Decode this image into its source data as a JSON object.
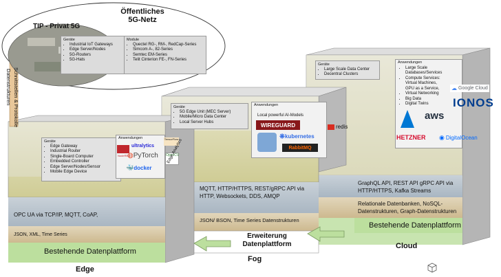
{
  "cloud_bubble": {
    "title_line1": "Öffentliches",
    "title_line2": "5G-Netz",
    "tip_title": "TIP - Privat 5G",
    "geraete_heading": "Geräte",
    "geraete": [
      "Industrial IoT Gateways",
      "Edge Server/Nodes",
      "5G-Routers",
      "5G-Hats"
    ],
    "module_heading": "Module",
    "module": [
      "Quectel RG-, RM-, RedCap-Series",
      "Simcom A-, 82-Series",
      "Semtec EM-Series",
      "Telit Cinterion FE-, FN-Series"
    ]
  },
  "vertical_labels": {
    "schnittstellen": "Schnittstellen & Protokolle",
    "datenstrukturen": "Datenstrukturen"
  },
  "edge": {
    "label": "Edge",
    "geraete_heading": "Geräte",
    "geraete": [
      "Edge Gateway",
      "Industrial Router",
      "Single-Board Computer",
      "Embedded Controller",
      "Edge Server/Nodes/Sensor",
      "Mobile Edge Device"
    ],
    "anwendungen_heading": "Anwendungen",
    "protocols": "OPC UA via TCP/IP, MQTT, CoAP,",
    "data_structures": "JSON, XML, Time Series",
    "platform": "Bestehende Datenplattform",
    "logos": [
      "ultralytics",
      "PyTorch",
      "docker",
      "TensorFlow",
      "NodeRED",
      "OpenCV"
    ],
    "edge_analytics": "Edge Analytics"
  },
  "fog": {
    "label": "Fog",
    "geraete_heading": "Geräte",
    "geraete": [
      "5G Edge Unit (MEC Server)",
      "Mobile/Micro Data Center",
      "Local Server Hubs"
    ],
    "anwendungen_heading": "Anwendungen",
    "local_ai": "Local powerful AI-Models",
    "logos": [
      "WIREGUARD",
      "kubernetes",
      "RabbitMQ",
      "redis"
    ],
    "protocols_line1": "MQTT, HTTP/HTTPS, REST/gRPC API via",
    "protocols_line2": "HTTP, Websockets, DDS, AMQP",
    "data_structures": "JSON/ BSON, Time Series Datenstrukturen",
    "platform_line1": "Erweiterung",
    "platform_line2": "Datenplattform"
  },
  "cloud": {
    "label": "Cloud",
    "geraete_heading": "Geräte",
    "geraete": [
      "Large Scale Data Center",
      "Decentral Clusters"
    ],
    "anwendungen_heading": "Anwendungen",
    "anwendungen": [
      "Large Scale Databases/Services",
      "Compute Services: Virtual Machines, GPU as a Service,",
      "Virtual Networking",
      "Big Data",
      "Digital Twins"
    ],
    "logos": [
      "Google Cloud",
      "IONOS",
      "aws",
      "HETZNER",
      "DigitalOcean"
    ],
    "protocols_line1": "GraphQL API, REST API gRPC API via",
    "protocols_line2": "HTTP/HTTPS, Kafka Streams",
    "data_structures_line1": "Relationale Datenbanken, NoSQL-",
    "data_structures_line2": "Datenstrukturen, Graph-Datenstrukturen",
    "platform": "Bestehende Datenplattform"
  },
  "colors": {
    "top_face": "#e6e6e6",
    "side_face": "#bdbdbd",
    "devices_layer": "#d9d7a8",
    "protocol_layer": "#b8c4cf",
    "data_layer": "#d8c9a8",
    "platform_layer": "#b9dc9a"
  }
}
